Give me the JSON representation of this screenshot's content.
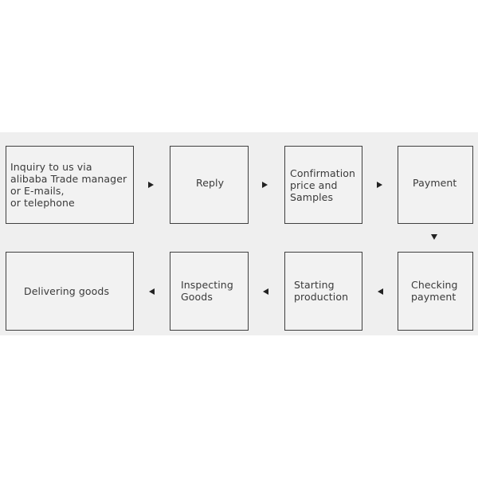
{
  "steps": [
    {
      "label": "Inquiry to us via\nalibaba Trade manager\nor E-mails,\nor telephone"
    },
    {
      "label": "Reply"
    },
    {
      "label": "Confirmation\nprice and\nSamples"
    },
    {
      "label": "Payment"
    },
    {
      "label": "Checking\npayment"
    },
    {
      "label": "Starting\nproduction"
    },
    {
      "label": "Inspecting\nGoods"
    },
    {
      "label": "Delivering goods"
    }
  ]
}
